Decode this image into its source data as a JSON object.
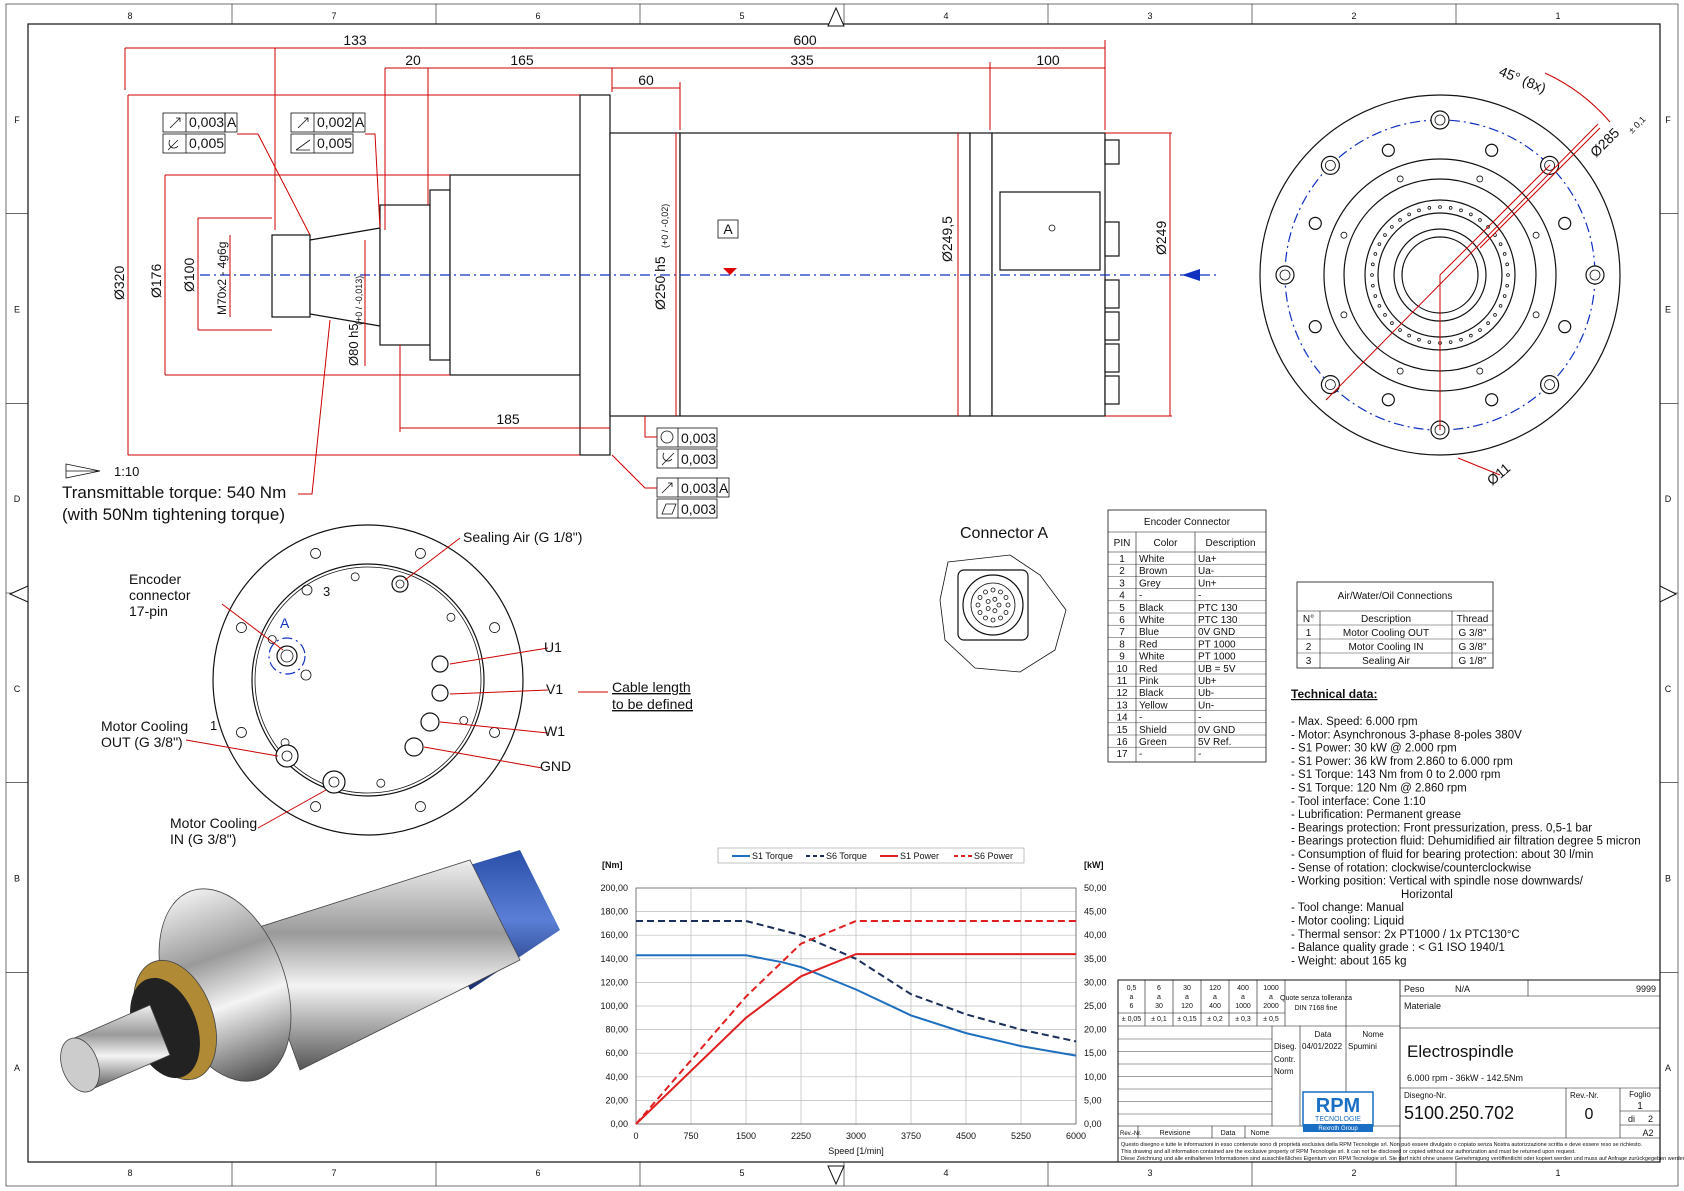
{
  "border_numbers": {
    "top": [
      "8",
      "7",
      "6",
      "5",
      "4",
      "3",
      "2",
      "1"
    ],
    "side": [
      "F",
      "E",
      "D",
      "C",
      "B",
      "A"
    ]
  },
  "dimensions": {
    "d133": "133",
    "d600": "600",
    "d20": "20",
    "d165": "165",
    "d335": "335",
    "d100": "100",
    "d60": "60",
    "d185": "185",
    "phi320": "Ø320",
    "phi176": "Ø176",
    "phi100": "Ø100",
    "thread": "M70x2 - 4g6g",
    "phi80": "Ø80 h5",
    "phi80_tol": "(+0 / -0,013)",
    "phi250": "Ø250 h5",
    "phi250_tol": "(+0 / -0,02)",
    "phi2495": "Ø249,5",
    "phi249": "Ø249",
    "datum": "A",
    "scale": "1:10",
    "bolt_angle": "45° (8x)",
    "bolt_circle": "Ø285",
    "bolt_circle_tol": "± 0,1",
    "hole": "Ø11"
  },
  "tolerances": {
    "t1a": "0,003",
    "t1a_ref": "A",
    "t1b": "0,005",
    "t2a": "0,002",
    "t2a_ref": "A",
    "t2b": "0,005",
    "t3a": "0,003",
    "t3b": "0,003",
    "t4a": "0,003",
    "t4a_ref": "A",
    "t4b": "0,003"
  },
  "torque_note": {
    "line1": "Transmittable torque: 540 Nm",
    "line2": "(with 50Nm tightening torque)"
  },
  "rear_view": {
    "sealing_air": "Sealing Air (G 1/8\")",
    "encoder_1": "Encoder",
    "encoder_2": "connector",
    "encoder_3": "17-pin",
    "label_a": "A",
    "label_3": "3",
    "label_1": "1",
    "u1": "U1",
    "v1": "V1",
    "w1": "W1",
    "gnd": "GND",
    "cable_1": "Cable length",
    "cable_2": "to be defined",
    "cooling_out_1": "Motor Cooling",
    "cooling_out_2": "OUT (G 3/8\")",
    "cooling_in_1": "Motor Cooling",
    "cooling_in_2": "IN (G 3/8\")"
  },
  "connector_a": {
    "title": "Connector A"
  },
  "encoder_table": {
    "title": "Encoder Connector",
    "headers": [
      "PIN",
      "Color",
      "Description"
    ],
    "rows": [
      [
        "1",
        "White",
        "Ua+"
      ],
      [
        "2",
        "Brown",
        "Ua-"
      ],
      [
        "3",
        "Grey",
        "Un+"
      ],
      [
        "4",
        "-",
        "-"
      ],
      [
        "5",
        "Black",
        "PTC 130"
      ],
      [
        "6",
        "White",
        "PTC 130"
      ],
      [
        "7",
        "Blue",
        "0V GND"
      ],
      [
        "8",
        "Red",
        "PT 1000"
      ],
      [
        "9",
        "White",
        "PT 1000"
      ],
      [
        "10",
        "Red",
        "UB = 5V"
      ],
      [
        "11",
        "Pink",
        "Ub+"
      ],
      [
        "12",
        "Black",
        "Ub-"
      ],
      [
        "13",
        "Yellow",
        "Un-"
      ],
      [
        "14",
        "-",
        "-"
      ],
      [
        "15",
        "Shield",
        "0V GND"
      ],
      [
        "16",
        "Green",
        "5V Ref."
      ],
      [
        "17",
        "-",
        "-"
      ]
    ]
  },
  "air_table": {
    "title": "Air/Water/Oil Connections",
    "headers": [
      "N°",
      "Description",
      "Thread"
    ],
    "rows": [
      [
        "1",
        "Motor Cooling OUT",
        "G 3/8\""
      ],
      [
        "2",
        "Motor Cooling IN",
        "G 3/8\""
      ],
      [
        "3",
        "Sealing Air",
        "G 1/8\""
      ]
    ]
  },
  "technical": {
    "title": "Technical data:",
    "lines": [
      "- Max. Speed: 6.000 rpm",
      "- Motor: Asynchronous 3-phase 8-poles 380V",
      "- S1 Power: 30 kW @ 2.000 rpm",
      "- S1 Power: 36 kW from 2.860 to 6.000 rpm",
      "- S1 Torque: 143 Nm from 0 to 2.000 rpm",
      "- S1 Torque: 120 Nm @ 2.860 rpm",
      "- Tool interface: Cone 1:10",
      "- Lubrification: Permanent grease",
      "- Bearings protection: Front pressurization, press. 0,5-1 bar",
      "- Bearings protection fluid: Dehumidified air filtration degree 5 micron",
      "- Consumption of fluid for bearing protection: about 30 l/min",
      "- Sense of rotation: clockwise/counterclockwise",
      "- Working position: Vertical with spindle nose downwards/",
      "Horizontal",
      "- Tool change: Manual",
      "- Motor cooling: Liquid",
      "- Thermal sensor:  2x PT1000 / 1x PTC130°C",
      "- Balance quality grade : < G1 ISO 1940/1",
      "- Weight: about 165 kg"
    ]
  },
  "chart_data": {
    "type": "line",
    "x": [
      0,
      750,
      1500,
      2250,
      3000,
      3750,
      4500,
      5250,
      6000
    ],
    "xlabel": "Speed [1/min]",
    "xlim": [
      0,
      6000
    ],
    "xticks": [
      "0",
      "750",
      "1500",
      "2250",
      "3000",
      "3750",
      "4500",
      "5250",
      "6000"
    ],
    "ylabel_left": "[Nm]",
    "ylabel_right": "[kW]",
    "ylim_left": [
      0,
      200
    ],
    "ylim_right": [
      0,
      50
    ],
    "yticks_left": [
      "0,00",
      "20,00",
      "40,00",
      "60,00",
      "80,00",
      "100,00",
      "120,00",
      "140,00",
      "160,00",
      "180,00",
      "200,00"
    ],
    "yticks_right": [
      "0,00",
      "5,00",
      "10,00",
      "15,00",
      "20,00",
      "25,00",
      "30,00",
      "35,00",
      "40,00",
      "45,00",
      "50,00"
    ],
    "grid": true,
    "legend": "top",
    "series": [
      {
        "name": "S1 Torque",
        "axis": "left",
        "color": "#1f6fc0",
        "dash": false,
        "points": [
          [
            0,
            143
          ],
          [
            1500,
            143
          ],
          [
            2000,
            137
          ],
          [
            2250,
            133
          ],
          [
            3000,
            114
          ],
          [
            3750,
            92
          ],
          [
            4500,
            77
          ],
          [
            5250,
            66
          ],
          [
            6000,
            58
          ]
        ]
      },
      {
        "name": "S6 Torque",
        "axis": "left",
        "color": "#1a2f5a",
        "dash": true,
        "points": [
          [
            0,
            172
          ],
          [
            1500,
            172
          ],
          [
            2250,
            160
          ],
          [
            3000,
            140
          ],
          [
            3750,
            110
          ],
          [
            4500,
            93
          ],
          [
            5250,
            80
          ],
          [
            6000,
            70
          ]
        ]
      },
      {
        "name": "S1 Power",
        "axis": "right",
        "color": "#e02020",
        "dash": false,
        "points": [
          [
            0,
            0
          ],
          [
            1500,
            22.5
          ],
          [
            2250,
            31.3
          ],
          [
            3000,
            36
          ],
          [
            6000,
            36
          ]
        ]
      },
      {
        "name": "S6 Power",
        "axis": "right",
        "color": "#e02020",
        "dash": true,
        "points": [
          [
            0,
            0
          ],
          [
            1500,
            27
          ],
          [
            2250,
            38.2
          ],
          [
            3000,
            43
          ],
          [
            6000,
            43
          ]
        ]
      }
    ]
  },
  "title_block": {
    "tol_cols": [
      [
        "0,5",
        "a",
        "6",
        "± 0,05"
      ],
      [
        "6",
        "a",
        "30",
        "± 0,1"
      ],
      [
        "30",
        "a",
        "120",
        "± 0,15"
      ],
      [
        "120",
        "a",
        "400",
        "± 0,2"
      ],
      [
        "400",
        "a",
        "1000",
        "± 0,3"
      ],
      [
        "1000",
        "a",
        "2000",
        "± 0,5"
      ]
    ],
    "tol_note_1": "Quote senza tolleranza",
    "tol_note_2": "DIN 7168 fine",
    "peso_label": "Peso",
    "peso_value": "N/A",
    "code_9999": "9999",
    "materiale": "Materiale",
    "data_header": "Data",
    "nome_header": "Nome",
    "diseg": "Diseg.",
    "diseg_date": "04/01/2022",
    "diseg_name": "Spumini",
    "contr": "Contr.",
    "norm": "Norm",
    "title": "Electrospindle",
    "subtitle": "6.000 rpm - 36kW - 142.5Nm",
    "disegno_label": "Disegno-Nr.",
    "disegno_value": "5100.250.702",
    "rev_label": "Rev.-Nr.",
    "rev_value": "0",
    "foglio_label": "Foglio",
    "foglio_value": "1",
    "di_label": "di",
    "di_value": "2",
    "format": "A2",
    "rev_col": "Rev.-Nr.",
    "revisione": "Revisione",
    "data_col": "Data",
    "nome_col": "Nome",
    "logo_main": "RPM",
    "logo_sub": "TECNOLOGIE",
    "logo_group": "Rexroth Group",
    "legal_1": "Questo disegno e tutte le informazioni in esso contenute sono di proprietà esclusiva della RPM Tecnologie srl. Non può essere divulgato o copiato senza Nostra autorizzazione scritta e deve essere reso se richiesto.",
    "legal_2": "This drawing and all information contained are the exclusive property of RPM Tecnologie srl. It can not be disclosed or copied without our authorization and must be returned upon request.",
    "legal_3": "Diese Zeichnung und alle enthaltenen Informationen sind ausschließliches Eigentum von RPM Tecnologie srl. Sie darf nicht ohne unsere Genehmigung veröffentlicht oder kopiert werden und muss auf Anfrage zurückgegeben werden."
  }
}
